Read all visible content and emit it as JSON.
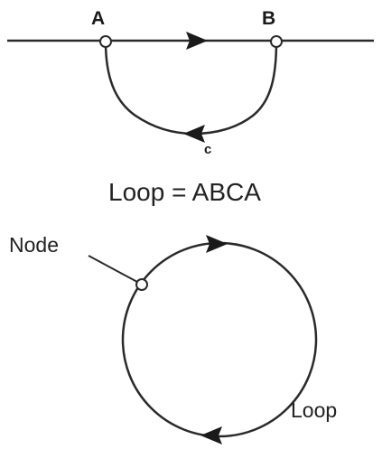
{
  "diagram1": {
    "node_a_label": "A",
    "node_b_label": "B",
    "node_c_label": "c",
    "caption": "Loop = ABCA"
  },
  "diagram2": {
    "node_label": "Node",
    "loop_label": "Loop"
  },
  "colors": {
    "line": "#2a2a2a",
    "node_fill": "#ffffff",
    "background": "#ffffff"
  }
}
